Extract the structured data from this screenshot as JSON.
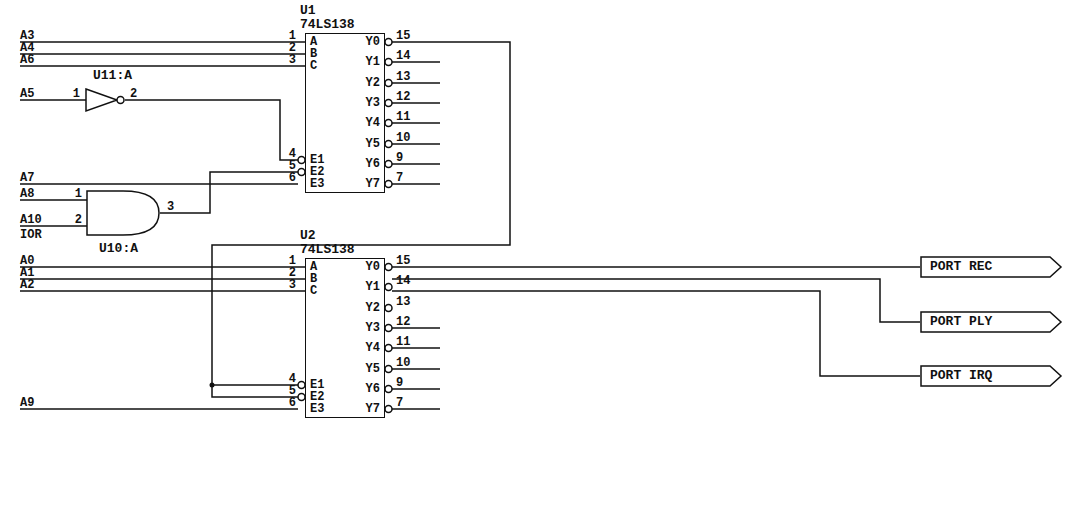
{
  "diagram": {
    "nodes": [
      {
        "text": [
          "U1",
          "74LS138"
        ]
      },
      {
        "text": [
          "U11:A"
        ]
      },
      {
        "text": [
          "U10:A"
        ]
      },
      {
        "text": [
          "U2",
          "74LS138"
        ]
      },
      {
        "text": [
          "PORT REC"
        ]
      },
      {
        "text": [
          "PORT PLY"
        ]
      },
      {
        "text": [
          "PORT IRQ"
        ]
      }
    ],
    "edges": [
      {
        "from": 1,
        "to": 0,
        "arrow": "none"
      },
      {
        "from": 2,
        "to": 0,
        "arrow": "none"
      },
      {
        "from": 0,
        "to": 3,
        "arrow": "none"
      },
      {
        "from": 3,
        "to": 4,
        "arrow": "none"
      },
      {
        "from": 3,
        "to": 5,
        "arrow": "none"
      },
      {
        "from": 3,
        "to": 6,
        "arrow": "none"
      }
    ],
    "labels": [
      "A",
      "B",
      "C",
      "E1",
      "E2",
      "E3",
      "Y0",
      "Y1",
      "Y2",
      "Y3",
      "Y4",
      "Y5",
      "Y6",
      "Y7",
      "1",
      "2",
      "3",
      "4",
      "5",
      "6",
      "15",
      "14",
      "13",
      "12",
      "11",
      "10",
      "9",
      "7",
      "A",
      "B",
      "C",
      "E1",
      "E2",
      "E3",
      "Y0",
      "Y1",
      "Y2",
      "Y3",
      "Y4",
      "Y5",
      "Y6",
      "Y7",
      "1",
      "2",
      "3",
      "4",
      "5",
      "6",
      "15",
      "14",
      "13",
      "12",
      "11",
      "10",
      "9",
      "7",
      "A3",
      "A4",
      "A6",
      "A5",
      "A7",
      "A8",
      "A10",
      "IOR",
      "A0",
      "A1",
      "A2",
      "A9",
      "1",
      "2",
      "1",
      "2",
      "3"
    ]
  }
}
